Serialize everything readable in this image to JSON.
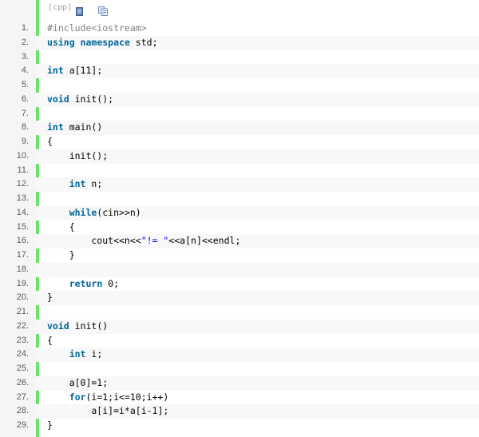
{
  "toolbar": {
    "lang_label": "[cpp]",
    "view_icon": "view-source-icon",
    "copy_icon": "copy-icon"
  },
  "colors": {
    "gutter_bar": "#6ce26c",
    "keyword": "#006699",
    "string": "#0000ff",
    "preprocessor": "#808080",
    "line_number": "#5a5a5a"
  },
  "lines": [
    {
      "num": "1.",
      "tokens": [
        {
          "t": "pp",
          "v": "#include<iostream>"
        }
      ]
    },
    {
      "num": "2.",
      "tokens": [
        {
          "t": "kw",
          "v": "using"
        },
        {
          "t": "plain",
          "v": " "
        },
        {
          "t": "kw",
          "v": "namespace"
        },
        {
          "t": "plain",
          "v": " std;"
        }
      ]
    },
    {
      "num": "3.",
      "tokens": []
    },
    {
      "num": "4.",
      "tokens": [
        {
          "t": "kw",
          "v": "int"
        },
        {
          "t": "plain",
          "v": " a[11];"
        }
      ]
    },
    {
      "num": "5.",
      "tokens": []
    },
    {
      "num": "6.",
      "tokens": [
        {
          "t": "kw",
          "v": "void"
        },
        {
          "t": "plain",
          "v": " init();"
        }
      ]
    },
    {
      "num": "7.",
      "tokens": []
    },
    {
      "num": "8.",
      "tokens": [
        {
          "t": "kw",
          "v": "int"
        },
        {
          "t": "plain",
          "v": " main()"
        }
      ]
    },
    {
      "num": "9.",
      "tokens": [
        {
          "t": "plain",
          "v": "{"
        }
      ]
    },
    {
      "num": "10.",
      "tokens": [
        {
          "t": "plain",
          "v": "    init();"
        }
      ]
    },
    {
      "num": "11.",
      "tokens": []
    },
    {
      "num": "12.",
      "tokens": [
        {
          "t": "plain",
          "v": "    "
        },
        {
          "t": "kw",
          "v": "int"
        },
        {
          "t": "plain",
          "v": " n;"
        }
      ]
    },
    {
      "num": "13.",
      "tokens": []
    },
    {
      "num": "14.",
      "tokens": [
        {
          "t": "plain",
          "v": "    "
        },
        {
          "t": "kw",
          "v": "while"
        },
        {
          "t": "plain",
          "v": "(cin>>n)"
        }
      ]
    },
    {
      "num": "15.",
      "tokens": [
        {
          "t": "plain",
          "v": "    {"
        }
      ]
    },
    {
      "num": "16.",
      "tokens": [
        {
          "t": "plain",
          "v": "        cout<<n<<"
        },
        {
          "t": "str",
          "v": "\"!= \""
        },
        {
          "t": "plain",
          "v": "<<a[n]<<endl;"
        }
      ]
    },
    {
      "num": "17.",
      "tokens": [
        {
          "t": "plain",
          "v": "    }"
        }
      ]
    },
    {
      "num": "18.",
      "tokens": []
    },
    {
      "num": "19.",
      "tokens": [
        {
          "t": "plain",
          "v": "    "
        },
        {
          "t": "kw",
          "v": "return"
        },
        {
          "t": "plain",
          "v": " 0;"
        }
      ]
    },
    {
      "num": "20.",
      "tokens": [
        {
          "t": "plain",
          "v": "}"
        }
      ]
    },
    {
      "num": "21.",
      "tokens": []
    },
    {
      "num": "22.",
      "tokens": [
        {
          "t": "kw",
          "v": "void"
        },
        {
          "t": "plain",
          "v": " init()"
        }
      ]
    },
    {
      "num": "23.",
      "tokens": [
        {
          "t": "plain",
          "v": "{"
        }
      ]
    },
    {
      "num": "24.",
      "tokens": [
        {
          "t": "plain",
          "v": "    "
        },
        {
          "t": "kw",
          "v": "int"
        },
        {
          "t": "plain",
          "v": " i;"
        }
      ]
    },
    {
      "num": "25.",
      "tokens": []
    },
    {
      "num": "26.",
      "tokens": [
        {
          "t": "plain",
          "v": "    a[0]=1;"
        }
      ]
    },
    {
      "num": "27.",
      "tokens": [
        {
          "t": "plain",
          "v": "    "
        },
        {
          "t": "kw",
          "v": "for"
        },
        {
          "t": "plain",
          "v": "(i=1;i<=10;i++)"
        }
      ]
    },
    {
      "num": "28.",
      "tokens": [
        {
          "t": "plain",
          "v": "        a[i]=i*a[i-1];"
        }
      ]
    },
    {
      "num": "29.",
      "tokens": [
        {
          "t": "plain",
          "v": "}"
        }
      ]
    }
  ]
}
